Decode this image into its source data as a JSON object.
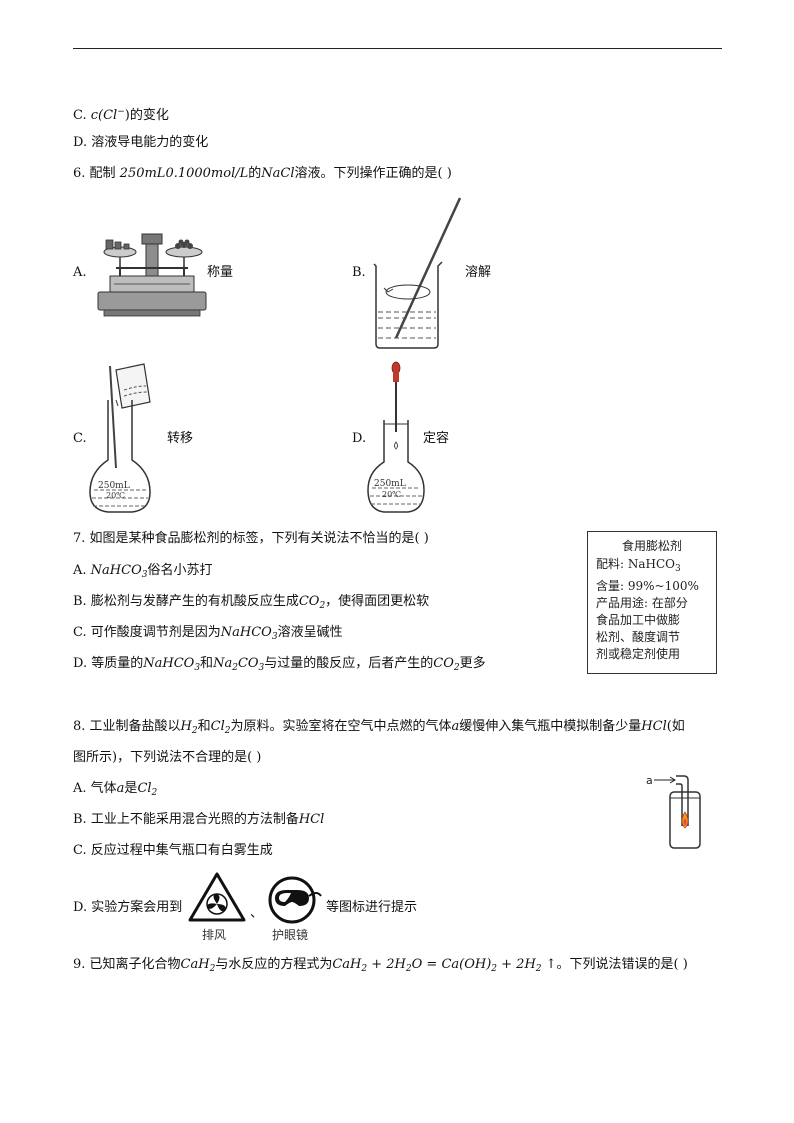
{
  "q5": {
    "optC_pre": "C. ",
    "optC_expr": "c(Cl",
    "optC_sup": "−",
    "optC_post": ")的变化",
    "optD": "D. 溶液导电能力的变化"
  },
  "q6": {
    "stem_pre": "6. 配制 ",
    "stem_expr": "250mL0.1000mol/L",
    "stem_mid": "的",
    "stem_chem": "NaCl",
    "stem_post": "溶液。下列操作正确的是(    )",
    "options": [
      {
        "letter": "A.",
        "caption": "称量"
      },
      {
        "letter": "B.",
        "caption": "溶解"
      },
      {
        "letter": "C.",
        "caption": "转移"
      },
      {
        "letter": "D.",
        "caption": "定容"
      }
    ],
    "flask_text": "250mL",
    "flask_temp": "20℃"
  },
  "q7": {
    "stem": "7. 如图是某种食品膨松剂的标签，下列有关说法不恰当的是(    )",
    "optA_pre": "A. ",
    "optA_chem": "NaHCO",
    "optA_sub": "3",
    "optA_post": "俗名小苏打",
    "optB_pre": "B. 膨松剂与发酵产生的有机酸反应生成",
    "optB_chem": "CO",
    "optB_sub": "2",
    "optB_post": "，使得面团更松软",
    "optC_pre": "C. 可作酸度调节剂是因为",
    "optC_chem": "NaHCO",
    "optC_sub": "3",
    "optC_post": "溶液呈碱性",
    "optD_pre": "D. 等质量的",
    "optD_chem1": "NaHCO",
    "optD_sub1": "3",
    "optD_and": "和",
    "optD_chem2a": "Na",
    "optD_sub2a": "2",
    "optD_chem2b": "CO",
    "optD_sub2b": "3",
    "optD_mid": "与过量的酸反应，后者产生的",
    "optD_chem3": "CO",
    "optD_sub3": "2",
    "optD_post": "更多",
    "label": {
      "title": "食用膨松剂",
      "line1": "配料: NaHCO",
      "line1_sub": "3",
      "line2": "含量: 99%~100%",
      "line3": "产品用途: 在部分",
      "line4": "食品加工中做膨",
      "line5": "松剂、酸度调节",
      "line6": "剂或稳定剂使用"
    }
  },
  "q8": {
    "stem1_pre": "8. 工业制备盐酸以",
    "stem1_h2": "H",
    "stem1_h2sub": "2",
    "stem1_and": "和",
    "stem1_cl2": "Cl",
    "stem1_cl2sub": "2",
    "stem1_mid": "为原料。实验室将在空气中点燃的气体",
    "stem1_a": "a",
    "stem1_mid2": "缓慢伸入集气瓶中模拟制备少量",
    "stem1_hcl": "HCl",
    "stem1_post": "(如",
    "stem2": "图所示)，下列说法不合理的是(    )",
    "optA_pre": "A. 气体",
    "optA_a": "a",
    "optA_mid": "是",
    "optA_chem": "Cl",
    "optA_sub": "2",
    "optB_pre": "B. 工业上不能采用混合光照的方法制备",
    "optB_chem": "HCl",
    "optC": "C. 反应过程中集气瓶口有白雾生成",
    "optD_pre": "D. 实验方案会用到",
    "optD_sep": "、",
    "optD_post": "等图标进行提示",
    "icon1_caption": "排风",
    "icon2_caption": "护眼镜",
    "apparatus_label": "a"
  },
  "q9": {
    "stem_pre": "9. 已知离子化合物",
    "chem1": "CaH",
    "sub1": "2",
    "mid1": "与水反应的方程式为",
    "eq": "CaH",
    "eq_sub1": "2",
    "eq2": " + 2H",
    "eq_sub2": "2",
    "eq3": "O = Ca(OH)",
    "eq_sub3": "2",
    "eq4": " + 2H",
    "eq_sub4": "2",
    "eq5": " ↑",
    "post": "。下列说法错误的是(    )"
  }
}
